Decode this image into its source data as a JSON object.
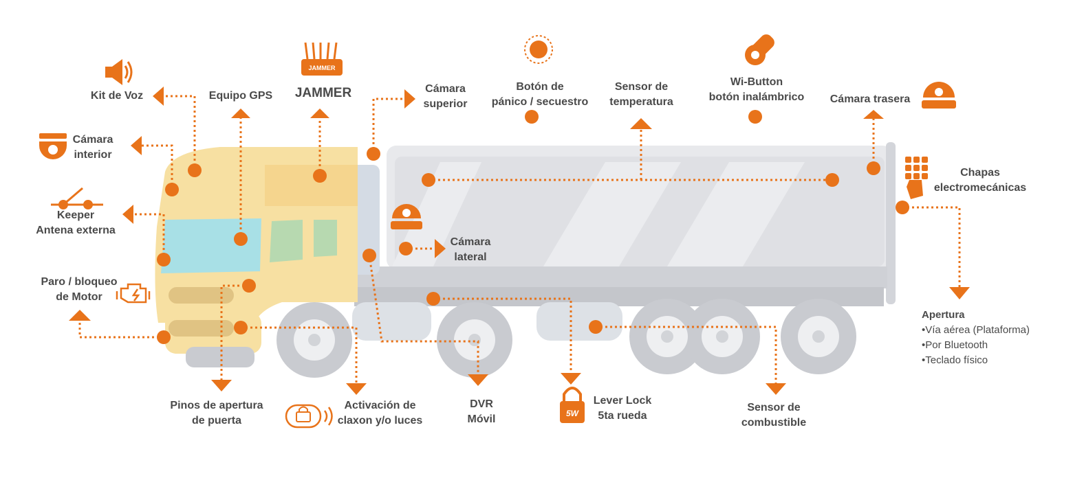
{
  "accent_color": "#e8731a",
  "labels": {
    "kit_voz": "Kit de Voz",
    "equipo_gps": "Equipo GPS",
    "jammer": "JAMMER",
    "jammer_badge": "JAMMER",
    "camara_superior_1": "Cámara",
    "camara_superior_2": "superior",
    "panico_1": "Botón de",
    "panico_2": "pánico / secuestro",
    "sensor_temp_1": "Sensor de",
    "sensor_temp_2": "temperatura",
    "wibutton_1": "Wi-Button",
    "wibutton_2": "botón inalámbrico",
    "camara_trasera": "Cámara trasera",
    "camara_interior_1": "Cámara",
    "camara_interior_2": "interior",
    "keeper_1": "Keeper",
    "keeper_2": "Antena externa",
    "paro_1": "Paro / bloqueo",
    "paro_2": "de Motor",
    "camara_lateral_1": "Cámara",
    "camara_lateral_2": "lateral",
    "chapas_1": "Chapas",
    "chapas_2": "electromecánicas",
    "pinos_1": "Pinos de apertura",
    "pinos_2": "de puerta",
    "activacion_1": "Activación de",
    "activacion_2": "claxon y/o luces",
    "dvr_1": "DVR",
    "dvr_2": "Móvil",
    "lever_1": "Lever Lock",
    "lever_2": "5ta rueda",
    "lever_badge": "5W",
    "combustible_1": "Sensor de",
    "combustible_2": "combustible"
  },
  "apertura": {
    "title": "Apertura",
    "items": [
      "•Vía aérea (Plataforma)",
      "•Por Bluetooth",
      "•Teclado físico"
    ]
  },
  "icons": [
    "speaker-icon",
    "router-jammer-icon",
    "panic-button-icon",
    "wi-button-icon",
    "dome-camera-icon",
    "keypad-hand-icon",
    "switch-icon",
    "engine-icon",
    "padlock-signal-icon",
    "padlock-icon"
  ]
}
